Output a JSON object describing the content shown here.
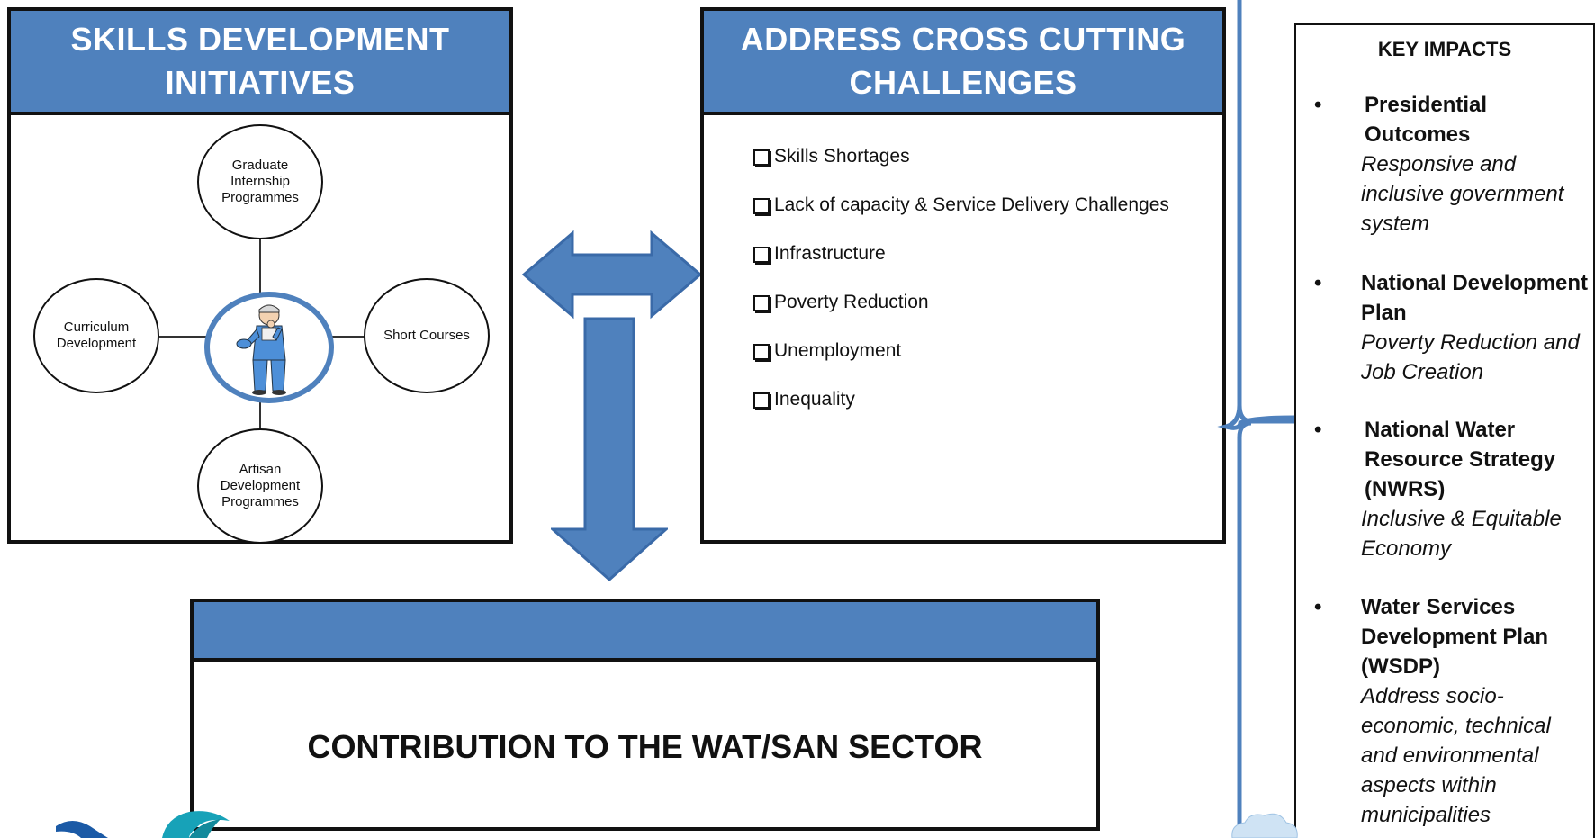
{
  "skills": {
    "title_line1": "SKILLS DEVELOPMENT",
    "title_line2": "INITIATIVES",
    "nodes": {
      "top": "Graduate Internship Programmes",
      "left": "Curriculum Development",
      "right": "Short Courses",
      "bottom": "Artisan Development Programmes"
    }
  },
  "challenges": {
    "title_line1": "ADDRESS CROSS CUTTING",
    "title_line2": "CHALLENGES",
    "items": [
      "Skills Shortages",
      "Lack of capacity & Service Delivery Challenges",
      "Infrastructure",
      "Poverty Reduction",
      "Unemployment",
      "Inequality"
    ]
  },
  "contribution": {
    "title": "CONTRIBUTION TO THE WAT/SAN SECTOR"
  },
  "impacts": {
    "title": "KEY IMPACTS",
    "bullet": "•",
    "items": [
      {
        "name": "Presidential Outcomes",
        "desc": "Responsive and inclusive government system"
      },
      {
        "name": "National Development Plan",
        "desc": "Poverty Reduction and Job Creation"
      },
      {
        "name": "National Water Resource Strategy (NWRS)",
        "desc": "Inclusive & Equitable Economy"
      },
      {
        "name": "Water Services Development Plan (WSDP)",
        "desc": "Address socio-economic, technical and environmental aspects within municipalities"
      }
    ]
  },
  "colors": {
    "accent": "#4f81bd",
    "accent_dark": "#3a6aa8",
    "border": "#111111"
  }
}
